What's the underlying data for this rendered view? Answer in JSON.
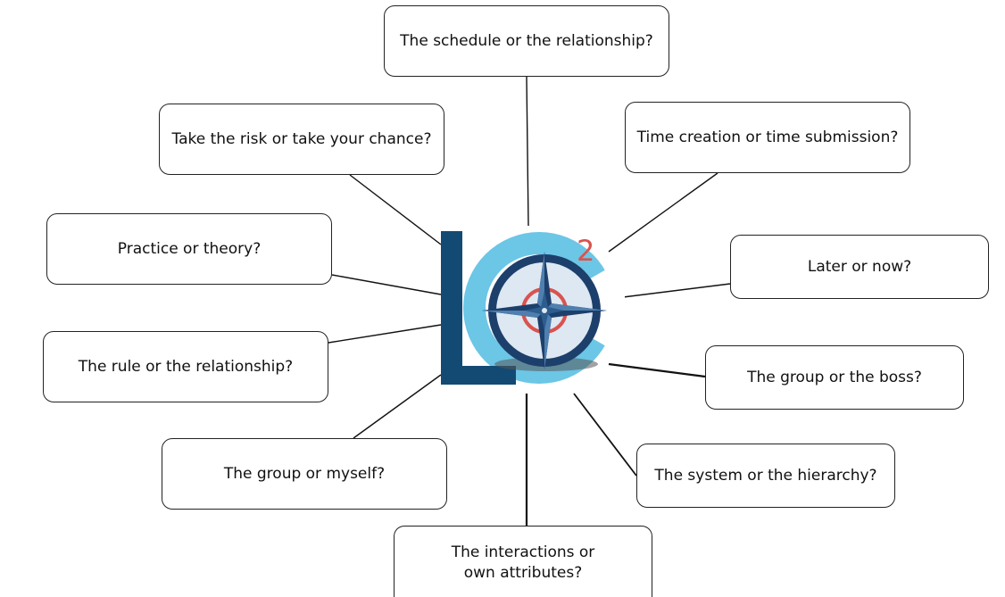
{
  "nodes": {
    "schedule": "The schedule or the relationship?",
    "risk": "Take the risk or take your chance?",
    "time": "Time creation or time submission?",
    "practice": "Practice or theory?",
    "later": "Later or now?",
    "rule": "The rule or the relationship?",
    "boss": "The group or the boss?",
    "myself": "The group or myself?",
    "system": "The system or the hierarchy?",
    "interactions": "The interactions or own attributes?"
  },
  "logo": {
    "letters": "LC",
    "superscript": "2",
    "colors": {
      "dark_blue": "#134a74",
      "light_blue": "#6cc6e6",
      "red": "#d9534f",
      "navy": "#1d3f6b"
    }
  }
}
